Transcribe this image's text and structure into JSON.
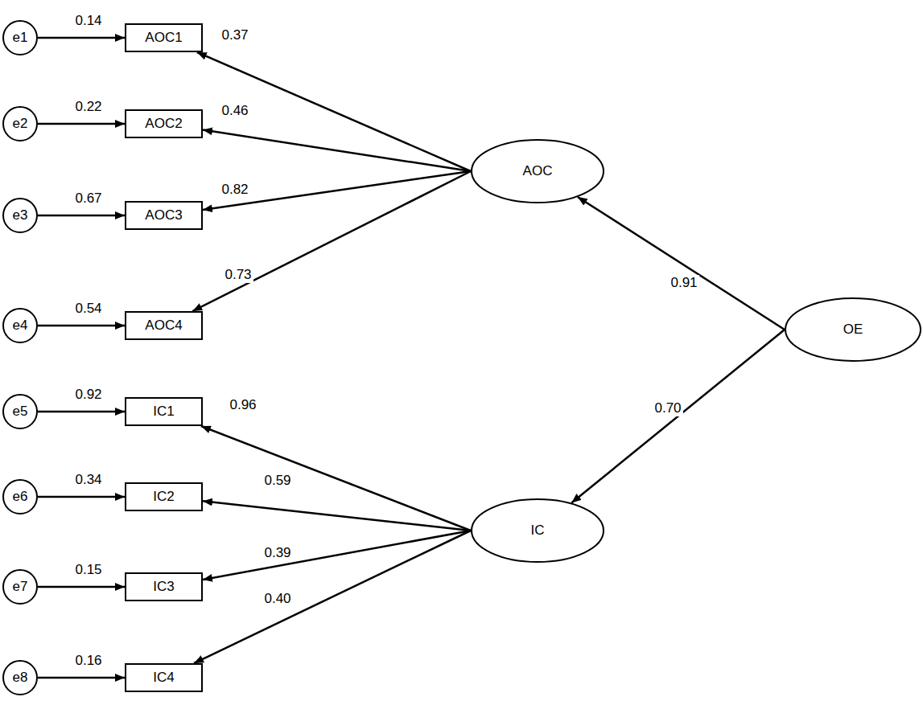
{
  "diagram": {
    "nodes": [
      {
        "text": [
          "e1"
        ]
      },
      {
        "text": [
          "e2"
        ]
      },
      {
        "text": [
          "e3"
        ]
      },
      {
        "text": [
          "e4"
        ]
      },
      {
        "text": [
          "e5"
        ]
      },
      {
        "text": [
          "e6"
        ]
      },
      {
        "text": [
          "e7"
        ]
      },
      {
        "text": [
          "e8"
        ]
      },
      {
        "text": [
          "AOC1"
        ]
      },
      {
        "text": [
          "AOC2"
        ]
      },
      {
        "text": [
          "AOC3"
        ]
      },
      {
        "text": [
          "AOC4"
        ]
      },
      {
        "text": [
          "IC1"
        ]
      },
      {
        "text": [
          "IC2"
        ]
      },
      {
        "text": [
          "IC3"
        ]
      },
      {
        "text": [
          "IC4"
        ]
      },
      {
        "text": [
          "AOC"
        ]
      },
      {
        "text": [
          "IC"
        ]
      },
      {
        "text": [
          "OE"
        ]
      }
    ],
    "edges": [
      {
        "from": 0,
        "to": 8,
        "arrow": "to",
        "label": "0.14"
      },
      {
        "from": 1,
        "to": 9,
        "arrow": "to",
        "label": "0.22"
      },
      {
        "from": 2,
        "to": 10,
        "arrow": "to",
        "label": "0.67"
      },
      {
        "from": 3,
        "to": 11,
        "arrow": "to",
        "label": "0.54"
      },
      {
        "from": 4,
        "to": 12,
        "arrow": "to",
        "label": "0.92"
      },
      {
        "from": 5,
        "to": 13,
        "arrow": "to",
        "label": "0.34"
      },
      {
        "from": 6,
        "to": 14,
        "arrow": "to",
        "label": "0.15"
      },
      {
        "from": 7,
        "to": 15,
        "arrow": "to",
        "label": "0.16"
      },
      {
        "from": 16,
        "to": 8,
        "arrow": "to",
        "label": "0.37"
      },
      {
        "from": 16,
        "to": 9,
        "arrow": "to",
        "label": "0.46"
      },
      {
        "from": 16,
        "to": 10,
        "arrow": "to",
        "label": "0.82"
      },
      {
        "from": 16,
        "to": 11,
        "arrow": "to",
        "label": "0.73"
      },
      {
        "from": 17,
        "to": 12,
        "arrow": "to",
        "label": "0.96"
      },
      {
        "from": 17,
        "to": 13,
        "arrow": "to",
        "label": "0.59"
      },
      {
        "from": 17,
        "to": 14,
        "arrow": "to",
        "label": "0.39"
      },
      {
        "from": 17,
        "to": 15,
        "arrow": "to",
        "label": "0.40"
      },
      {
        "from": 18,
        "to": 16,
        "arrow": "to",
        "label": "0.91"
      },
      {
        "from": 18,
        "to": 17,
        "arrow": "to",
        "label": "0.70"
      }
    ]
  }
}
